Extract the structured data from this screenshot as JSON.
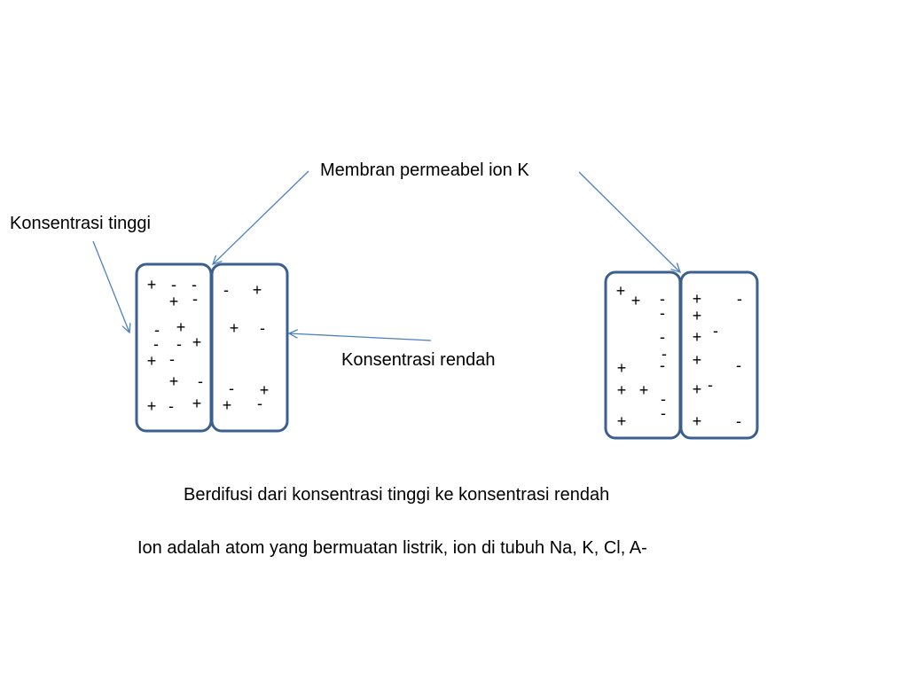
{
  "colors": {
    "cell_border": "#3b5f8f",
    "arrow": "#4f81bd",
    "text": "#000000"
  },
  "labels": {
    "membrane": "Membran permeabel ion K",
    "high_concentration": "Konsentrasi tinggi",
    "low_concentration": "Konsentrasi rendah",
    "diffusion_caption": "Berdifusi dari konsentrasi tinggi ke konsentrasi rendah",
    "ion_caption": "Ion adalah atom yang bermuatan listrik, ion di tubuh Na, K, Cl, A-"
  },
  "diagram_left": {
    "left_compartment_signs": [
      "+",
      "-",
      "-",
      "+",
      "-",
      "-",
      "+",
      "-",
      "-",
      "+",
      "+",
      "-",
      "+",
      "-",
      "+",
      "-",
      "+"
    ],
    "right_compartment_signs": [
      "-",
      "+",
      "+",
      "-",
      "-",
      "+",
      "+",
      "-"
    ]
  },
  "diagram_right": {
    "left_compartment_signs": [
      "+",
      "+",
      "-",
      "-",
      "-",
      "-",
      "+",
      "-",
      "+",
      "+",
      "-",
      "-",
      "+"
    ],
    "right_compartment_signs": [
      "+",
      "-",
      "+",
      "+",
      "-",
      "+",
      "-",
      "+",
      "-",
      "+",
      "-"
    ]
  }
}
